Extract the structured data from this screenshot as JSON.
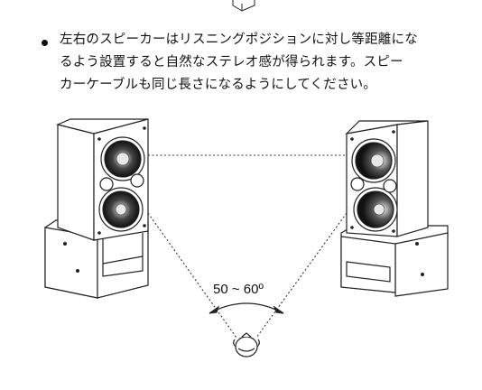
{
  "bullet_text": {
    "line1": "左右のスピーカーはリスニングポジションに対し等距離にな",
    "line2": "るよう設置すると自然なステレオ感が得られます。スピー",
    "line3": "カーケーブルも同じ長さになるようにしてください。"
  },
  "diagram": {
    "angle_label": "50 ~ 60º"
  }
}
